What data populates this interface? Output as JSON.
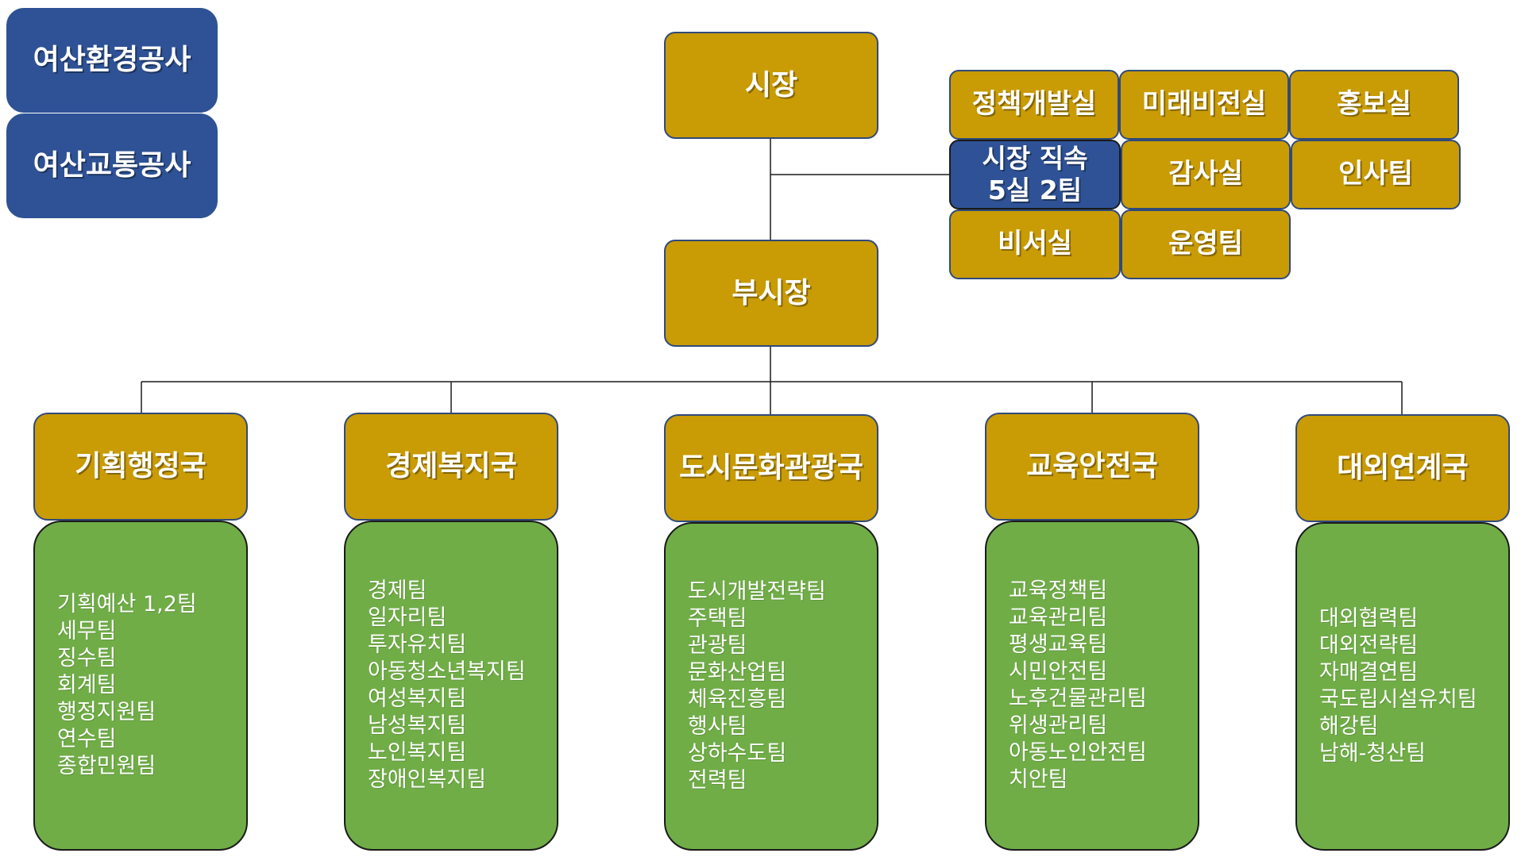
{
  "affiliates": [
    "여산환경공사",
    "여산교통공사"
  ],
  "mayor": "시장",
  "deputy_mayor": "부시장",
  "mayor_direct": {
    "title": [
      "시장 직속",
      "5실 2팀"
    ],
    "units": {
      "policy": "정책개발실",
      "vision": "미래비전실",
      "pr": "홍보실",
      "audit": "감사실",
      "hr": "인사팀",
      "secretary": "비서실",
      "operations": "운영팀"
    }
  },
  "departments": [
    {
      "name": "기획행정국",
      "teams": [
        "기획예산 1,2팀",
        "세무팀",
        "징수팀",
        "회계팀",
        "행정지원팀",
        "연수팀",
        "종합민원팀"
      ]
    },
    {
      "name": "경제복지국",
      "teams": [
        "경제팀",
        "일자리팀",
        "투자유치팀",
        "아동청소년복지팀",
        "여성복지팀",
        "남성복지팀",
        "노인복지팀",
        "장애인복지팀"
      ]
    },
    {
      "name": "도시문화관광국",
      "teams": [
        "도시개발전략팀",
        "주택팀",
        "관광팀",
        "문화산업팀",
        "체육진흥팀",
        "행사팀",
        "상하수도팀",
        "전력팀"
      ]
    },
    {
      "name": "교육안전국",
      "teams": [
        "교육정책팀",
        "교육관리팀",
        "평생교육팀",
        "시민안전팀",
        "노후건물관리팀",
        "위생관리팀",
        "아동노인안전팀",
        "치안팀"
      ]
    },
    {
      "name": "대외연계국",
      "teams": [
        "대외협력팀",
        "대외전략팀",
        "자매결연팀",
        "국도립시설유치팀",
        "해강팀",
        "남해-청산팀"
      ]
    }
  ],
  "colors": {
    "gold": "#c99b05",
    "blue": "#2e5295",
    "green": "#70ad47"
  }
}
